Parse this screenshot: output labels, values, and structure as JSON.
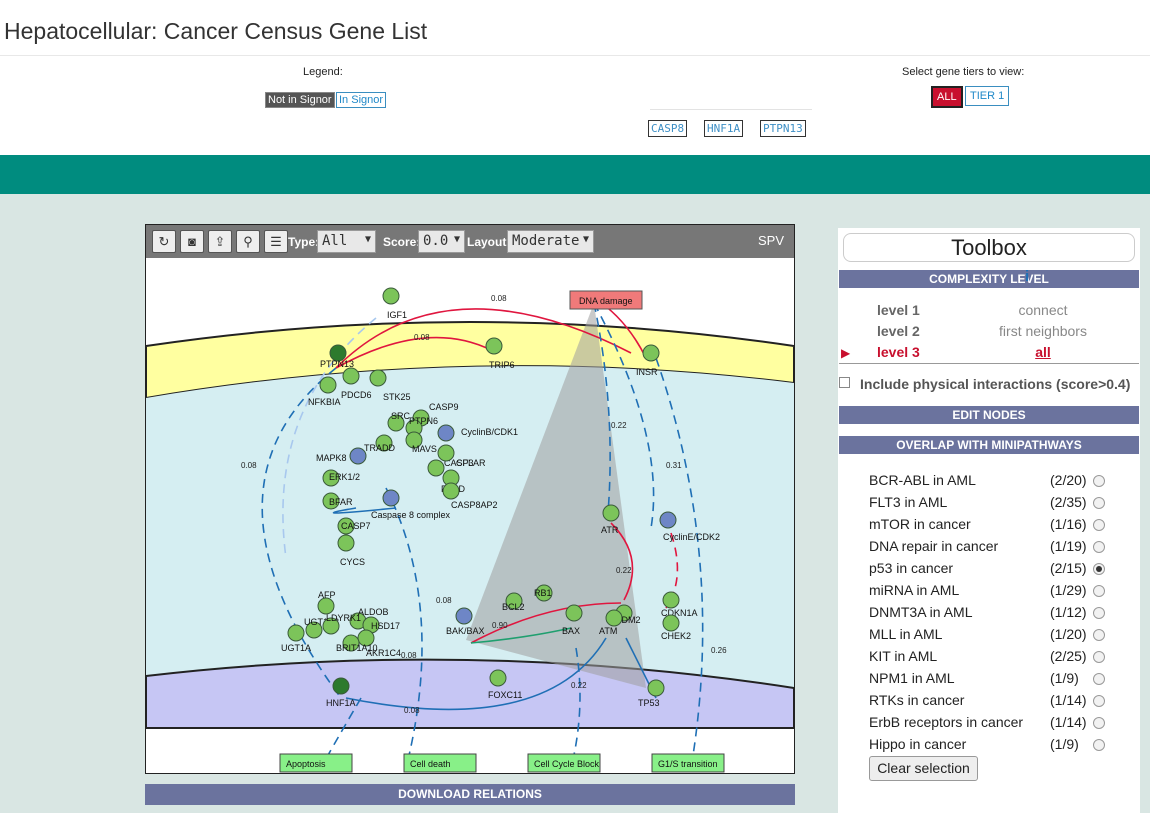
{
  "page": {
    "title": "Hepatocellular: Cancer Census Gene List"
  },
  "legend": {
    "label": "Legend:",
    "not_in_signor": "Not in Signor",
    "in_signor": "In Signor"
  },
  "tiers": {
    "label": "Select gene tiers to view:",
    "all": "ALL",
    "tier1": "TIER 1"
  },
  "genes": [
    "CASP8",
    "HNF1A",
    "PTPN13"
  ],
  "network": {
    "type_label": "Type:",
    "type_value": "All",
    "score_label": "Score:",
    "score_value": "0.0",
    "layout_label": "Layout:",
    "layout_value": "Moderate",
    "spv_label": "SPV",
    "nodes": [
      {
        "label": "IGF1"
      },
      {
        "label": "TRIP6"
      },
      {
        "label": "INSR"
      },
      {
        "label": "PTPN13"
      },
      {
        "label": "NFKBIA"
      },
      {
        "label": "PDCD6"
      },
      {
        "label": "STK25"
      },
      {
        "label": "CASP9"
      },
      {
        "label": "SRC"
      },
      {
        "label": "PTPN6"
      },
      {
        "label": "MAVS"
      },
      {
        "label": "CyclinB/CDK1"
      },
      {
        "label": "TRADD"
      },
      {
        "label": "FADD"
      },
      {
        "label": "CASP3"
      },
      {
        "label": "CFLAR"
      },
      {
        "label": "MAPK8"
      },
      {
        "label": "ERK1/2"
      },
      {
        "label": "BFAR"
      },
      {
        "label": "CASP7"
      },
      {
        "label": "CYCS"
      },
      {
        "label": "Caspase 8 complex"
      },
      {
        "label": "CASP8AP2"
      },
      {
        "label": "ATR"
      },
      {
        "label": "CyclinE/CDK2"
      },
      {
        "label": "MDM2"
      },
      {
        "label": "CDKN1A"
      },
      {
        "label": "CHEK2"
      },
      {
        "label": "ATM"
      },
      {
        "label": "TP53"
      },
      {
        "label": "BAX"
      },
      {
        "label": "RB1"
      },
      {
        "label": "BCL2"
      },
      {
        "label": "BAK/BAX"
      },
      {
        "label": "FOXC11"
      },
      {
        "label": "HNF1A"
      },
      {
        "label": "AFP"
      },
      {
        "label": "ALDOB"
      },
      {
        "label": "UGT1A8"
      },
      {
        "label": "LDYRK1"
      },
      {
        "label": "HSD17"
      },
      {
        "label": "AKR1C4"
      },
      {
        "label": "BRIT1A10"
      },
      {
        "label": "UGT1A"
      }
    ],
    "edge_labels": [
      "0.08",
      "0.08",
      "0.22",
      "0.31",
      "0.08",
      "0.22",
      "0.26",
      "0.22",
      "0.08",
      "0.08",
      "0.08",
      "0.90"
    ],
    "phenotypes": [
      "Apoptosis",
      "Cell death",
      "Cell Cycle Block",
      "G1/S transition"
    ],
    "stimulus": "DNA damage"
  },
  "download_label": "DOWNLOAD RELATIONS",
  "toolbox": {
    "title": "Toolbox",
    "complexity_header": "COMPLEXITY LEVEL",
    "info_icon": "i",
    "levels": [
      {
        "name": "level 1",
        "desc": "connect"
      },
      {
        "name": "level 2",
        "desc": "first neighbors"
      },
      {
        "name": "level 3",
        "desc": "all"
      }
    ],
    "physical_label": "Include physical interactions (score>0.4)",
    "edit_nodes": "EDIT NODES",
    "overlap_header": "OVERLAP WITH MINIPATHWAYS",
    "minipathways": [
      {
        "name": "BCR-ABL in AML",
        "count": "(2/20)"
      },
      {
        "name": "FLT3 in AML",
        "count": "(2/35)"
      },
      {
        "name": "mTOR in cancer",
        "count": "(1/16)"
      },
      {
        "name": "DNA repair in cancer",
        "count": "(1/19)"
      },
      {
        "name": "p53 in cancer",
        "count": "(2/15)"
      },
      {
        "name": "miRNA in AML",
        "count": "(1/29)"
      },
      {
        "name": "DNMT3A in AML",
        "count": "(1/12)"
      },
      {
        "name": "MLL in AML",
        "count": "(1/20)"
      },
      {
        "name": "KIT in AML",
        "count": "(2/25)"
      },
      {
        "name": "NPM1 in AML",
        "count": "(1/9)"
      },
      {
        "name": "RTKs in cancer",
        "count": "(1/14)"
      },
      {
        "name": "ErbB receptors in cancer",
        "count": "(1/14)"
      },
      {
        "name": "Hippo in cancer",
        "count": "(1/9)"
      }
    ],
    "clear_label": "Clear selection"
  }
}
